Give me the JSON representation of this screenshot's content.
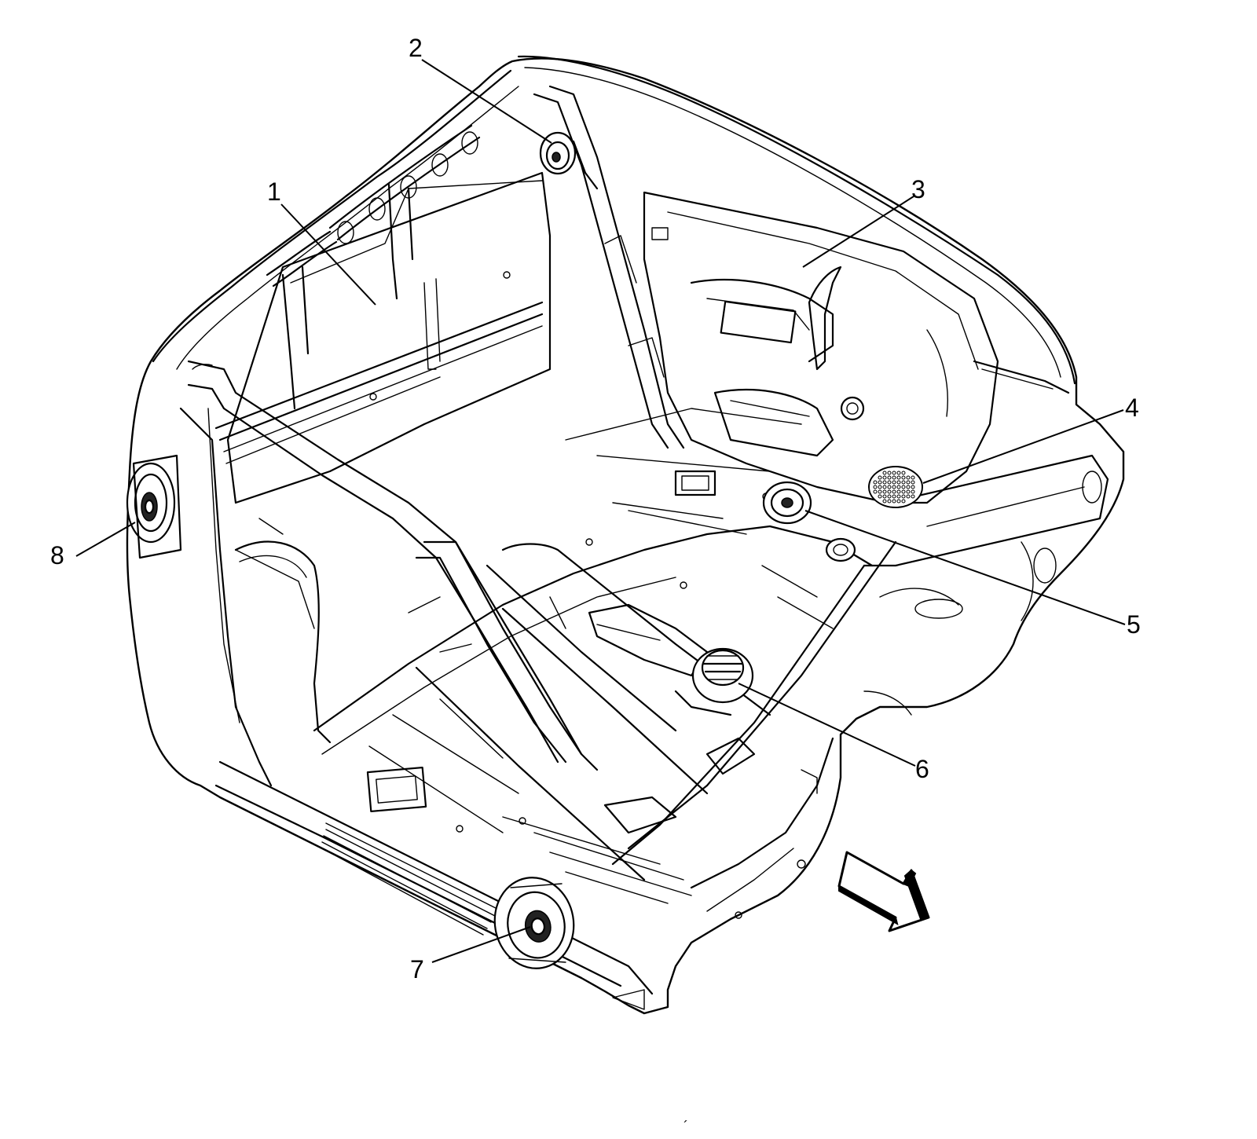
{
  "diagram": {
    "callouts": [
      {
        "id": "1",
        "label": "1"
      },
      {
        "id": "2",
        "label": "2"
      },
      {
        "id": "3",
        "label": "3"
      },
      {
        "id": "4",
        "label": "4"
      },
      {
        "id": "5",
        "label": "5"
      },
      {
        "id": "6",
        "label": "6"
      },
      {
        "id": "7",
        "label": "7"
      },
      {
        "id": "8",
        "label": "8"
      }
    ],
    "footer_mark": "´"
  },
  "colors": {
    "line": "#000000",
    "background": "#ffffff"
  },
  "icons": {
    "direction": "front-direction-arrow-icon"
  }
}
